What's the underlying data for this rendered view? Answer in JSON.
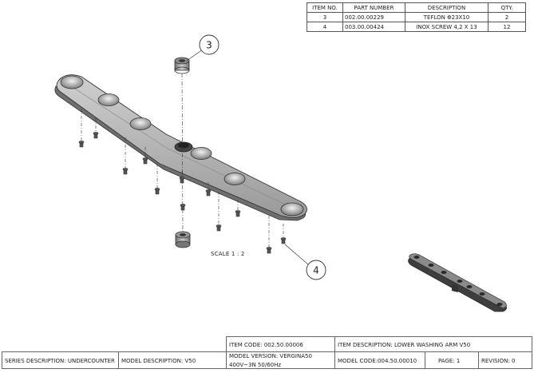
{
  "bom": {
    "headers": [
      "ITEM NO.",
      "PART NUMBER",
      "DESCRIPTION",
      "QTY."
    ],
    "rows": [
      {
        "item": "3",
        "part": "002.00.00229",
        "desc": "TEFLON Φ23X10",
        "qty": "2"
      },
      {
        "item": "4",
        "part": "003.00.00424",
        "desc": "INOX SCREW 4,2 X 13",
        "qty": "12"
      }
    ]
  },
  "drawing": {
    "balloon_3": "3",
    "balloon_4": "4",
    "scale": "SCALE 1 : 2"
  },
  "title_block": {
    "item_code": "ITEM  CODE: 002.50.00006",
    "item_description": "ITEM  DESCRIPTION: LOWER WASHING ARM V50",
    "series_description": "SERIES DESCRIPTION: UNDERCOUNTER",
    "model_description": "MODEL DESCRIPTION: V50",
    "model_version_line1": "MODEL VERSION: VERGINA50",
    "model_version_line2": "400V~3N 50/60Hz",
    "model_code": "MODEL CODE:004.50.00010",
    "page": "PAGE: 1",
    "revision": "REVISION: 0"
  }
}
